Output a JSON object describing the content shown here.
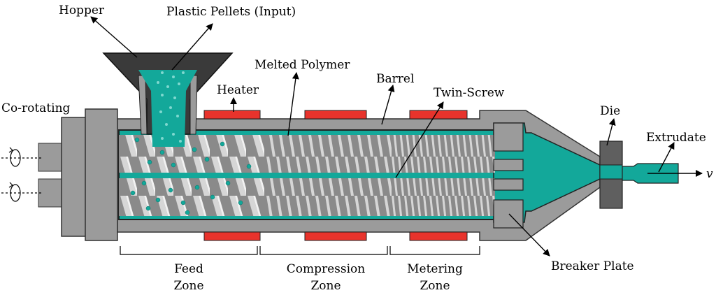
{
  "labels": {
    "hopper": "Hopper",
    "pellets": "Plastic Pellets (Input)",
    "melted_polymer": "Melted Polymer",
    "heater": "Heater",
    "barrel": "Barrel",
    "twin_screw": "Twin-Screw",
    "co_rotating": "Co-rotating",
    "die": "Die",
    "extrudate": "Extrudate",
    "velocity": "v",
    "breaker_plate": "Breaker Plate"
  },
  "zones": [
    {
      "line1": "Feed",
      "line2": "Zone"
    },
    {
      "line1": "Compression",
      "line2": "Zone"
    },
    {
      "line1": "Metering",
      "line2": "Zone"
    }
  ],
  "colors": {
    "polymer": "#13a89a",
    "heater": "#e8332c",
    "metal": "#9b9b9b",
    "metal_dark": "#5f5f5f",
    "hopper": "#3a3a3a",
    "screw_light": "#d4d4d4",
    "screw_dark": "#7d7d7d"
  }
}
